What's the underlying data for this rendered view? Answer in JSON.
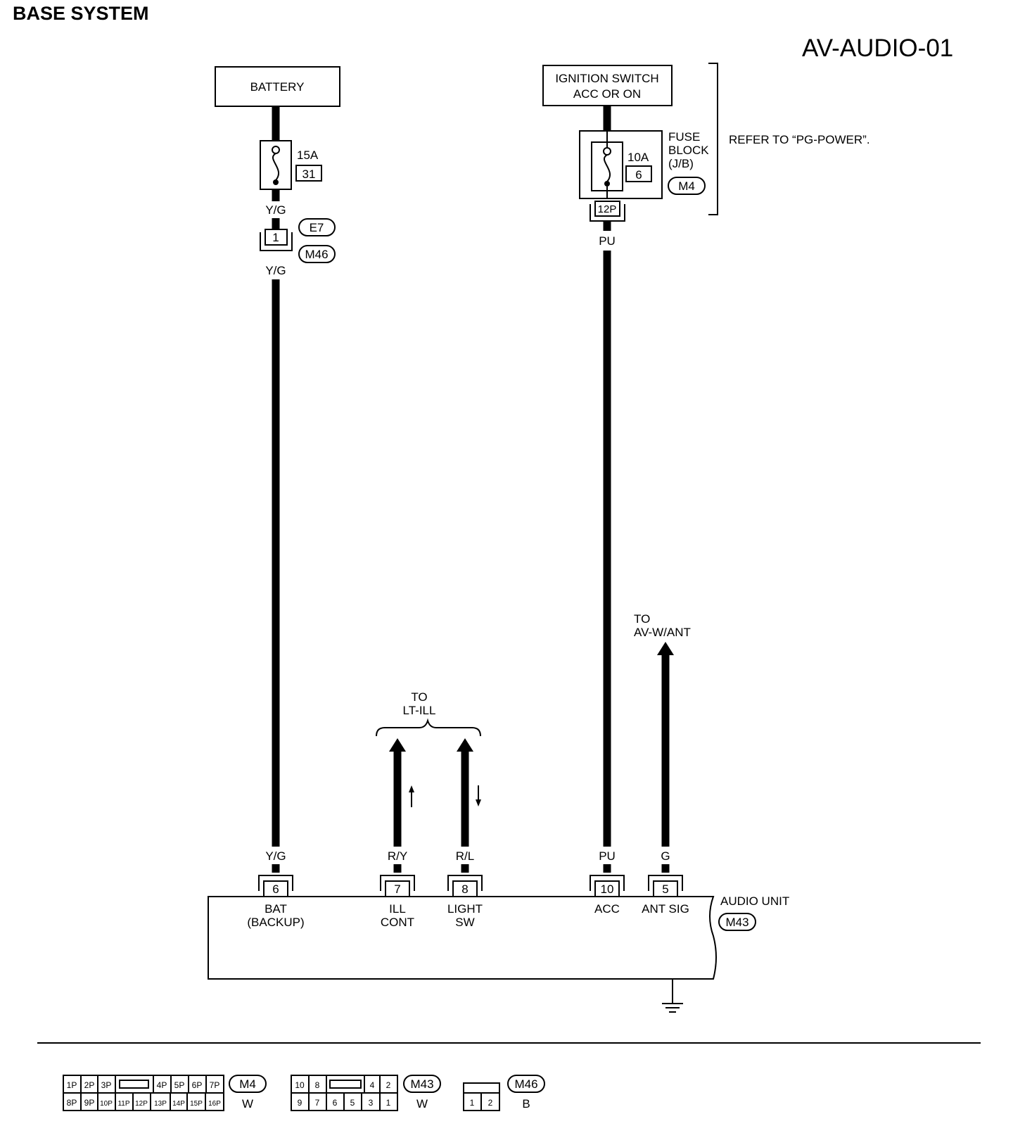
{
  "header": {
    "section": "BASE SYSTEM",
    "diagram_id": "AV-AUDIO-01"
  },
  "power": {
    "battery": "BATTERY",
    "ignition_line1": "IGNITION SWITCH",
    "ignition_line2": "ACC OR ON",
    "refer": "REFER TO “PG-POWER”."
  },
  "fuses": {
    "battery_fuse": {
      "rating": "15A",
      "number": "31"
    },
    "ign_fuse": {
      "rating": "10A",
      "number": "6"
    },
    "block_line1": "FUSE",
    "block_line2": "BLOCK",
    "block_line3": "(J/B)",
    "block_connector": "M4",
    "block_terminal": "12P"
  },
  "joint": {
    "terminal": "1",
    "conn_top": "E7",
    "conn_bottom": "M46"
  },
  "wires": {
    "yg_a": "Y/G",
    "yg_b": "Y/G",
    "yg_c": "Y/G",
    "pu_a": "PU",
    "pu_b": "PU",
    "ry": "R/Y",
    "rl": "R/L",
    "g": "G"
  },
  "destinations": {
    "lt_to": "TO",
    "lt_name": "LT-ILL",
    "ant_to": "TO",
    "ant_name": "AV-W/ANT"
  },
  "audio_unit": {
    "name": "AUDIO UNIT",
    "connector": "M43",
    "terminals": [
      {
        "num": "6",
        "l1": "BAT",
        "l2": "(BACKUP)"
      },
      {
        "num": "7",
        "l1": "ILL",
        "l2": "CONT"
      },
      {
        "num": "8",
        "l1": "LIGHT",
        "l2": "SW"
      },
      {
        "num": "10",
        "l1": "ACC",
        "l2": ""
      },
      {
        "num": "5",
        "l1": "ANT SIG",
        "l2": ""
      }
    ]
  },
  "connector_views": {
    "m4": {
      "id": "M4",
      "color": "W",
      "row1": [
        "1P",
        "2P",
        "3P",
        "4P",
        "5P",
        "6P",
        "7P"
      ],
      "row2": [
        "8P",
        "9P",
        "10P",
        "11P",
        "12P",
        "13P",
        "14P",
        "15P",
        "16P"
      ]
    },
    "m43": {
      "id": "M43",
      "color": "W",
      "row1": [
        "10",
        "8",
        "4",
        "2"
      ],
      "row2": [
        "9",
        "7",
        "6",
        "5",
        "3",
        "1"
      ]
    },
    "m46": {
      "id": "M46",
      "color": "B",
      "row2": [
        "1",
        "2"
      ]
    }
  }
}
